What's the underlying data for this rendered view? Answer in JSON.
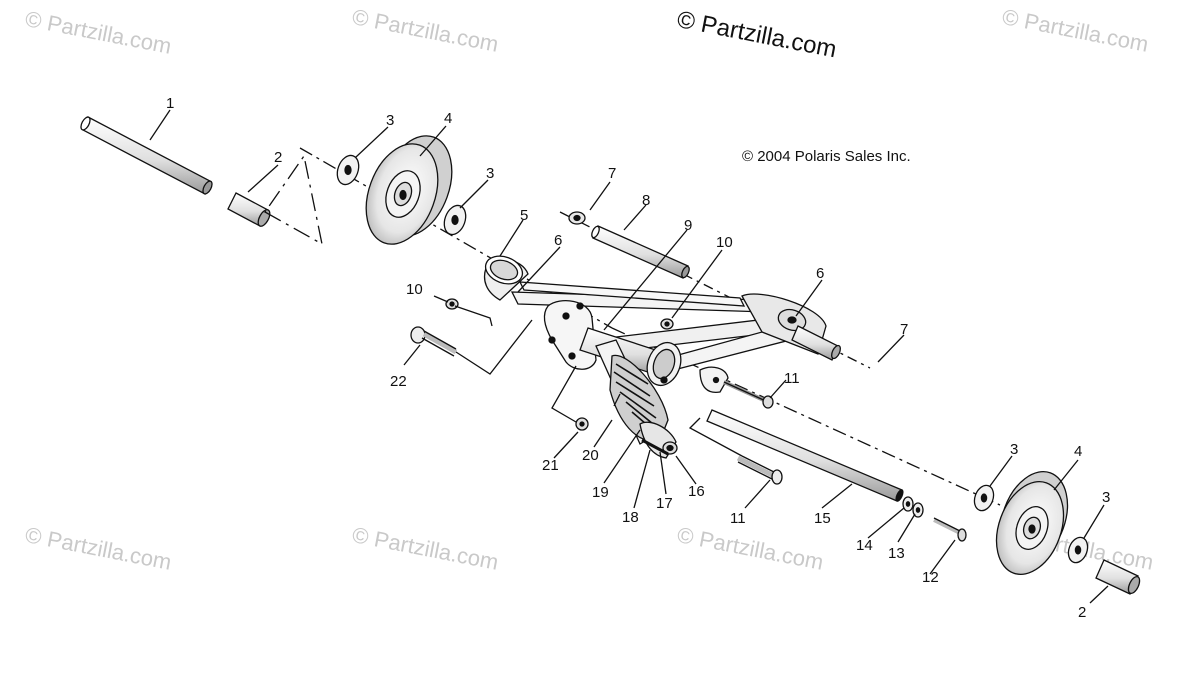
{
  "diagram": {
    "main_watermark": "© Partzilla.com",
    "copyright": "© 2004 Polaris Sales Inc.",
    "watermarks": [
      "© Partzilla.com",
      "© Partzilla.com",
      "© Partzilla.com",
      "© Partzilla.com",
      "© Partzilla.com",
      "© Partzilla.com",
      "© Partzilla.com"
    ],
    "callouts": [
      "1",
      "2",
      "3",
      "4",
      "3",
      "5",
      "6",
      "7",
      "8",
      "9",
      "10",
      "10",
      "6",
      "7",
      "22",
      "11",
      "21",
      "20",
      "19",
      "18",
      "17",
      "16",
      "11",
      "15",
      "14",
      "13",
      "12",
      "3",
      "4",
      "3",
      "2"
    ]
  }
}
